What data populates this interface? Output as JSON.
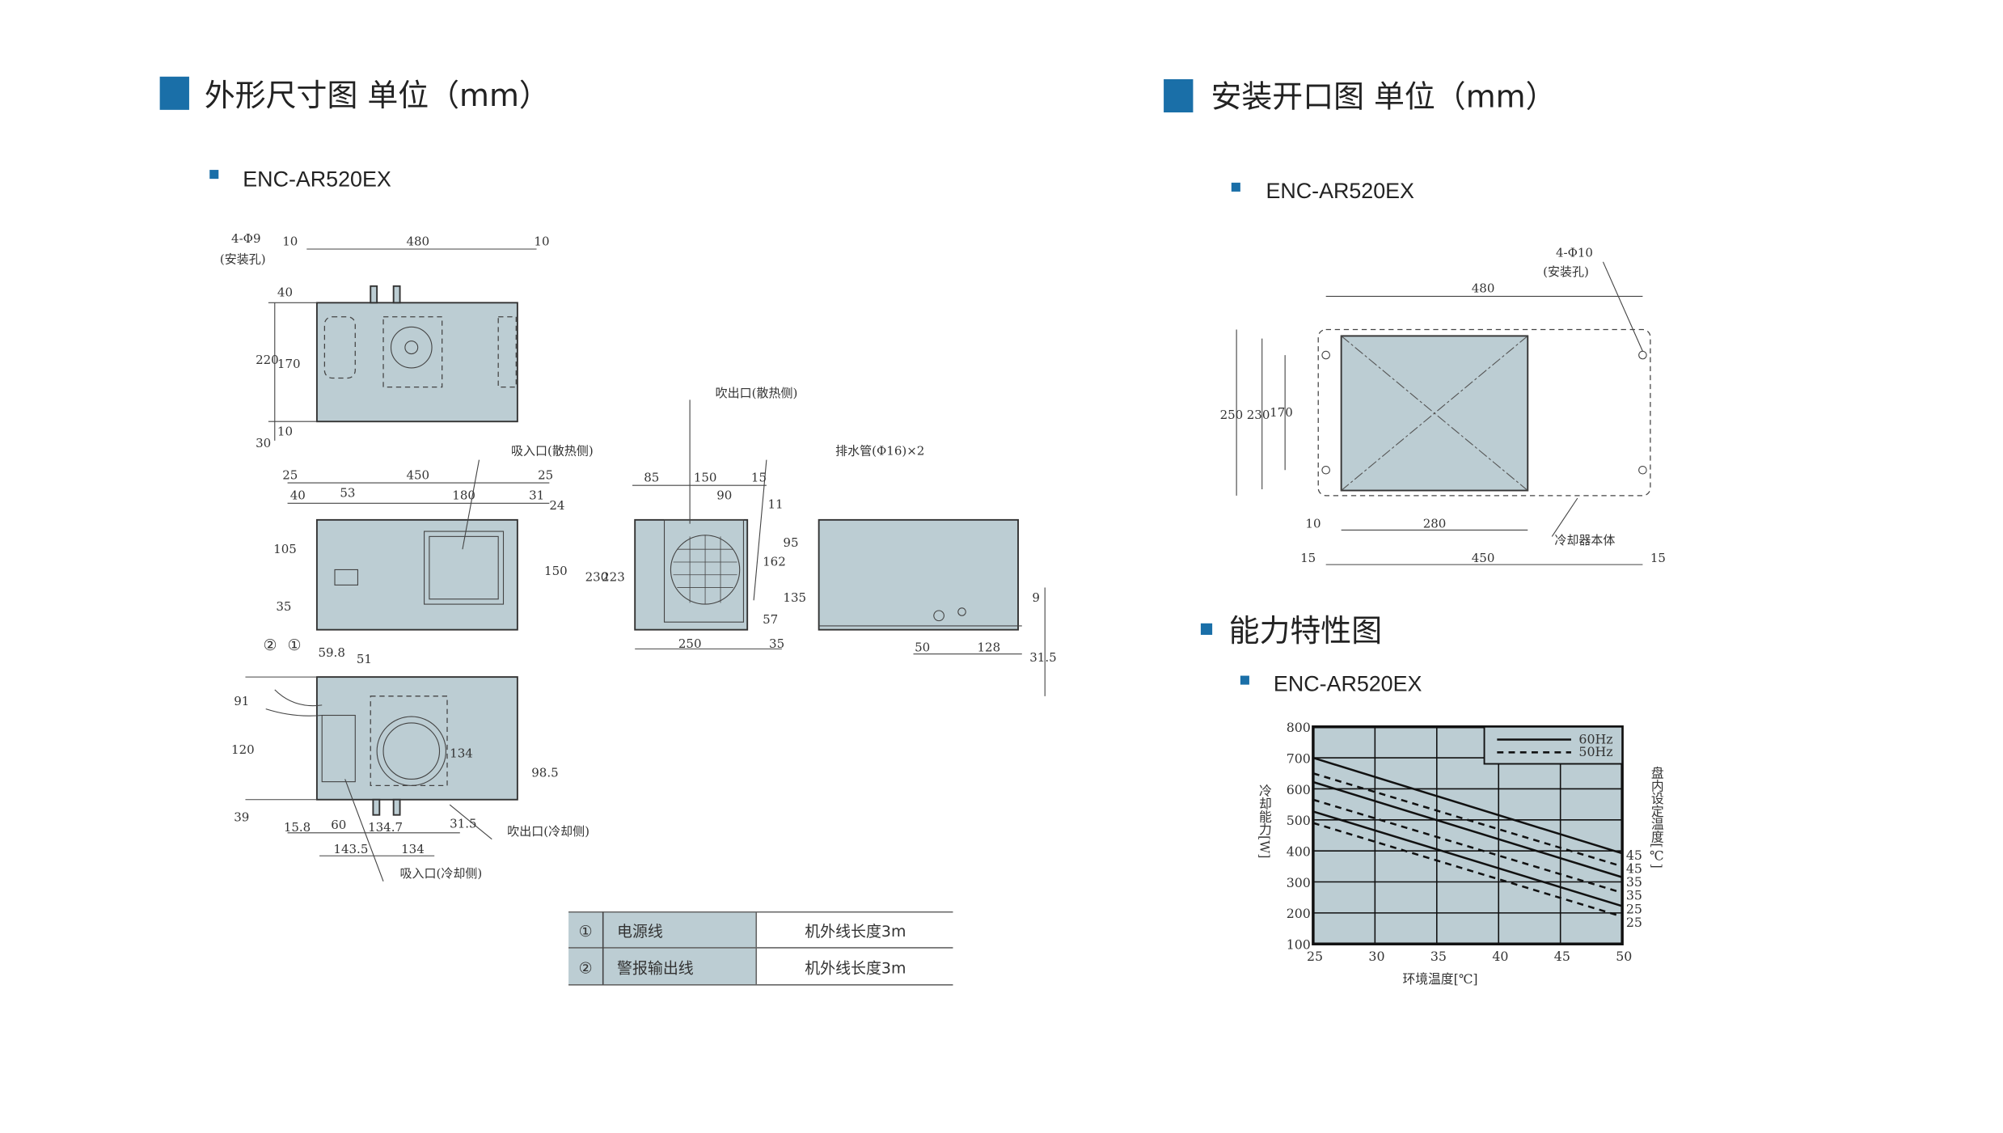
{
  "left": {
    "title": "外形尺寸图 单位（mm）",
    "model": "ENC-AR520EX",
    "top_view": [
      "4-Φ9",
      "(安装孔)",
      "10",
      "480",
      "10",
      "40",
      "220",
      "170",
      "10",
      "30"
    ],
    "front_view": [
      "25",
      "450",
      "25",
      "40",
      "53",
      "180",
      "31",
      "24",
      "105",
      "35",
      "150",
      "吸入口(散热侧)"
    ],
    "side_view": [
      "吹出口(散热侧)",
      "排水管(Φ16)×2",
      "85",
      "150",
      "15",
      "90",
      "11",
      "95",
      "162",
      "135",
      "57",
      "230",
      "223",
      "250",
      "35"
    ],
    "right_view": [
      "9",
      "50",
      "128",
      "31.5"
    ],
    "bottom_view": [
      "②",
      "①",
      "59.8",
      "51",
      "91",
      "120",
      "39",
      "134",
      "98.5",
      "15.8",
      "60",
      "134.7",
      "31.5",
      "143.5",
      "134",
      "吹出口(冷却侧)",
      "吸入口(冷却侧)"
    ],
    "cable_table": [
      {
        "no": "①",
        "name": "电源线",
        "spec": "机外线长度3m"
      },
      {
        "no": "②",
        "name": "警报输出线",
        "spec": "机外线长度3m"
      }
    ]
  },
  "right": {
    "title": "安装开口图 单位（mm）",
    "model": "ENC-AR520EX",
    "cutout": [
      "4-Φ10",
      "(安装孔)",
      "480",
      "250",
      "230",
      "170",
      "10",
      "280",
      "冷却器本体",
      "15",
      "450",
      "15"
    ],
    "chart_title": "能力特性图",
    "chart_model": "ENC-AR520EX"
  },
  "colors": {
    "accent": "#1a6fa8",
    "body": "#bccdd3"
  },
  "chart_data": {
    "type": "line",
    "title": "能力特性图",
    "xlabel": "环境温度[℃]",
    "ylabel": "冷却能力[W]",
    "y2label": "盘内设定温度[℃]",
    "xlim": [
      25,
      50
    ],
    "ylim": [
      100,
      800
    ],
    "xticks": [
      "25",
      "30",
      "35",
      "40",
      "45",
      "50"
    ],
    "yticks": [
      "100",
      "200",
      "300",
      "400",
      "500",
      "600",
      "700",
      "800"
    ],
    "legend": [
      {
        "label": "60Hz",
        "style": "solid"
      },
      {
        "label": "50Hz",
        "style": "dashed"
      }
    ],
    "legend_position": "top-right",
    "series": [
      {
        "name": "60Hz",
        "setpoint": "45",
        "x": [
          25,
          50
        ],
        "y": [
          700,
          392
        ]
      },
      {
        "name": "50Hz",
        "setpoint": "45",
        "x": [
          25,
          50
        ],
        "y": [
          650,
          350
        ]
      },
      {
        "name": "60Hz",
        "setpoint": "35",
        "x": [
          25,
          50
        ],
        "y": [
          622,
          315
        ]
      },
      {
        "name": "50Hz",
        "setpoint": "35",
        "x": [
          25,
          50
        ],
        "y": [
          565,
          265
        ]
      },
      {
        "name": "60Hz",
        "setpoint": "25",
        "x": [
          25,
          50
        ],
        "y": [
          527,
          222
        ]
      },
      {
        "name": "50Hz",
        "setpoint": "25",
        "x": [
          25,
          50
        ],
        "y": [
          490,
          188
        ]
      }
    ]
  }
}
